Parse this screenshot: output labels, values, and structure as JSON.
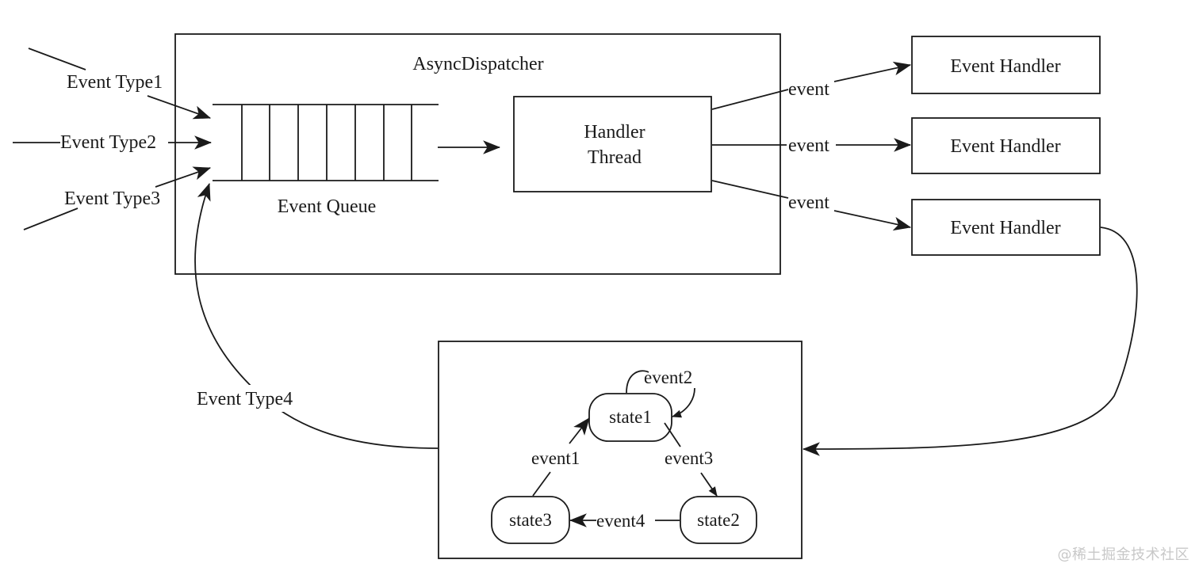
{
  "dispatcher": {
    "title": "AsyncDispatcher",
    "queue_label": "Event Queue",
    "handler_thread_line1": "Handler",
    "handler_thread_line2": "Thread"
  },
  "inputs": {
    "type1": "Event Type1",
    "type2": "Event Type2",
    "type3": "Event Type3",
    "type4": "Event Type4"
  },
  "dispatch": {
    "edge1": "event",
    "edge2": "event",
    "edge3": "event"
  },
  "handlers": {
    "h1": "Event Handler",
    "h2": "Event Handler",
    "h3": "Event Handler"
  },
  "state_machine": {
    "state1": "state1",
    "state2": "state2",
    "state3": "state3",
    "event1": "event1",
    "event2": "event2",
    "event3": "event3",
    "event4": "event4"
  },
  "watermark": "@稀土掘金技术社区"
}
